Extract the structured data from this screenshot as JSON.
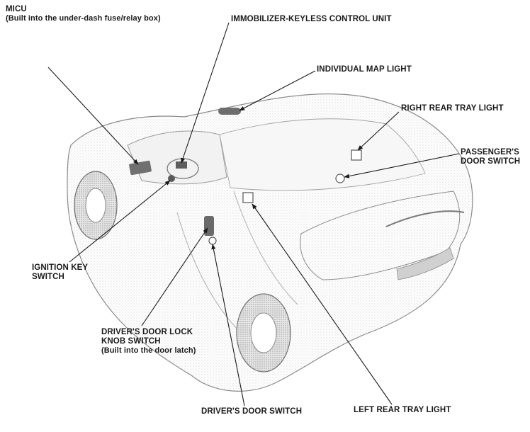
{
  "labels": {
    "micu": {
      "title": "MICU",
      "note": "(Built into the under-dash fuse/relay box)"
    },
    "immobilizer": {
      "title": "IMMOBILIZER-KEYLESS CONTROL UNIT"
    },
    "map_light": {
      "title": "INDIVIDUAL MAP LIGHT"
    },
    "right_rear_tray": {
      "title": "RIGHT REAR TRAY LIGHT"
    },
    "passenger_door": {
      "line1": "PASSENGER'S",
      "line2": "DOOR SWITCH"
    },
    "ignition": {
      "line1": "IGNITION KEY",
      "line2": "SWITCH"
    },
    "door_lock": {
      "line1": "DRIVER'S DOOR LOCK",
      "line2": "KNOB SWITCH",
      "note": "(Built into the door latch)"
    },
    "driver_door": {
      "title": "DRIVER'S DOOR SWITCH"
    },
    "left_rear_tray": {
      "title": "LEFT REAR TRAY LIGHT"
    }
  },
  "colors": {
    "ink": "#1a1a1a",
    "car_line": "#8c8c8c",
    "car_shade": "#d9d9d9",
    "part_fill": "#6e6e6e"
  }
}
